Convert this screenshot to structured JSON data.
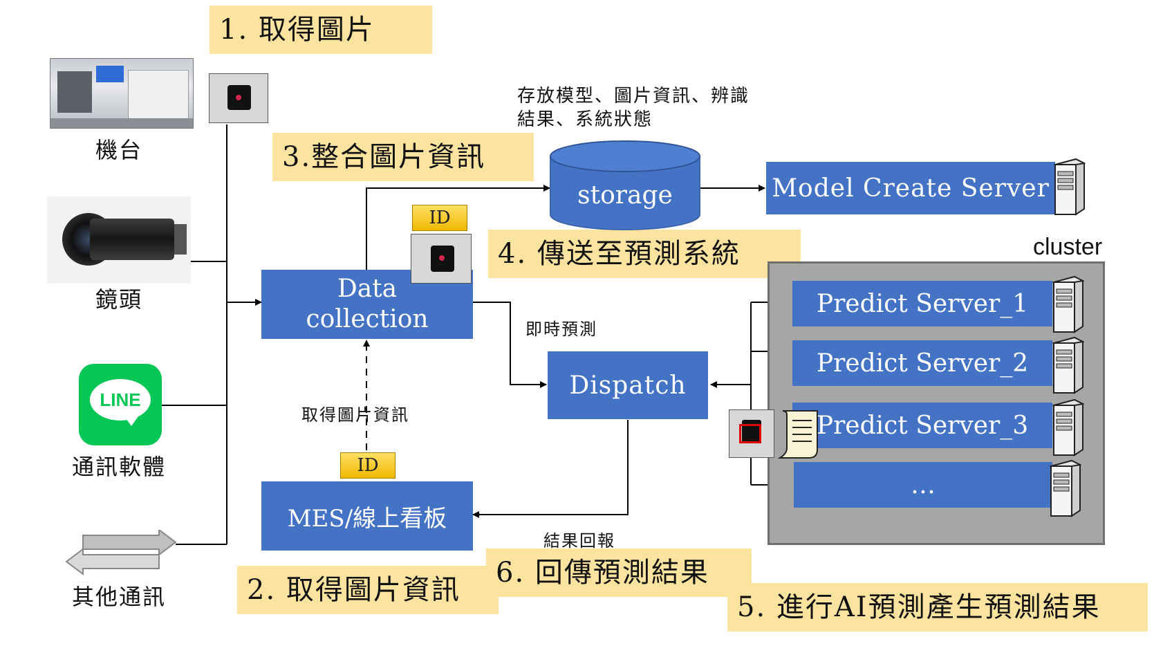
{
  "steps": {
    "s1": "1.  取得圖片",
    "s2": "2.  取得圖片資訊",
    "s3": "3.整合圖片資訊",
    "s4": "4.  傳送至預測系統",
    "s5": "5.  進行AI預測產生預測結果",
    "s6": "6.  回傳預測結果"
  },
  "sources": {
    "machine": "機台",
    "lens": "鏡頭",
    "messenger": "通訊軟體",
    "messenger_logo": "LINE",
    "other": "其他通訊"
  },
  "nodes": {
    "data_collection_line1": "Data",
    "data_collection_line2": "collection",
    "storage": "storage",
    "model_create_server": "Model Create Server",
    "dispatch": "Dispatch",
    "mes": "MES/線上看板",
    "cluster": "cluster",
    "predict_servers": [
      "Predict Server_1",
      "Predict Server_2",
      "Predict Server_3",
      "…"
    ]
  },
  "annotations": {
    "storage_note_line1": "存放模型、圖片資訊、辨識",
    "storage_note_line2": "結果、系統狀態",
    "realtime_predict": "即時預測",
    "get_image_info": "取得圖片資訊",
    "result_report": "結果回報",
    "id_tag": "ID"
  },
  "colors": {
    "node_blue": "#4472c4",
    "step_yellow": "#fce4a0",
    "cluster_gray": "#a6a6a6",
    "line_green": "#06c755"
  }
}
